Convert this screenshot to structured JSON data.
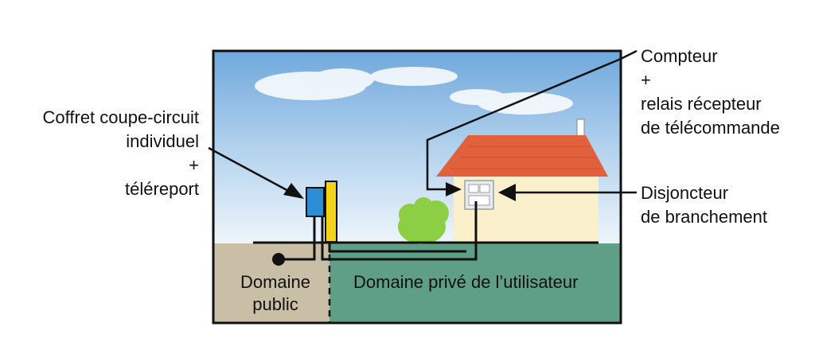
{
  "labels": {
    "coffret": [
      "Coffret coupe-circuit",
      "individuel",
      "+",
      "téléreport"
    ],
    "compteur": [
      "Compteur",
      "+",
      "relais récepteur",
      "de télécommande"
    ],
    "disjoncteur": [
      "Disjoncteur",
      "de branchement"
    ],
    "domaine_public": [
      "Domaine",
      "public"
    ],
    "domaine_prive": "Domaine privé de l’utilisateur"
  },
  "colors": {
    "sky_top": "#6fa8dc",
    "sky_bottom": "#eaf3fb",
    "public_ground": "#c9bea6",
    "private_ground": "#5f9e87",
    "roof": "#e0613c",
    "wall": "#faf1cc",
    "bush": "#8ccf45",
    "coffret_blue": "#2c8fd6",
    "teleport_yellow": "#f2d21a"
  }
}
